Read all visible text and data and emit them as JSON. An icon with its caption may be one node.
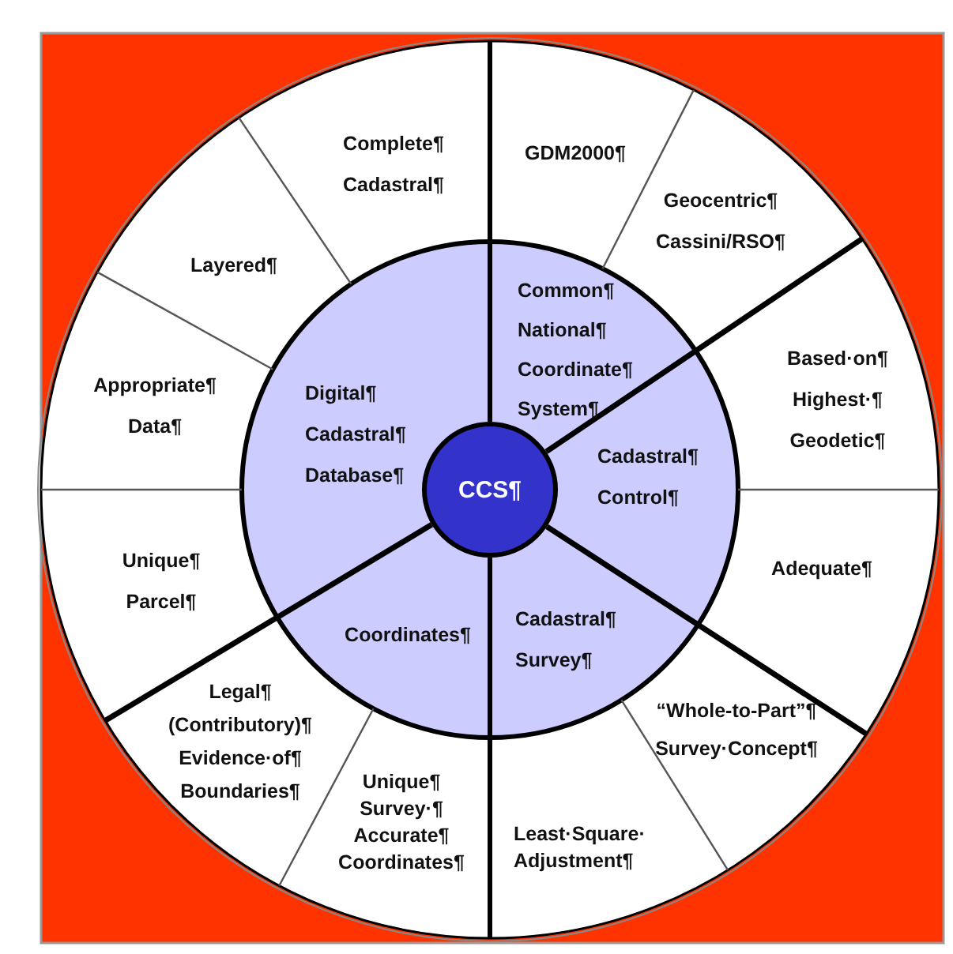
{
  "diagram": {
    "nodes": [
      {
        "text": [
          "CCS¶"
        ]
      },
      {
        "text": [
          "Digital¶ Cadastral¶ Database¶"
        ]
      },
      {
        "text": [
          "Common¶ National¶ Coordinate¶ System¶"
        ]
      },
      {
        "text": [
          "Cadastral¶ Control¶"
        ]
      },
      {
        "text": [
          "Cadastral¶ Survey¶"
        ]
      },
      {
        "text": [
          "Coordinates¶"
        ]
      },
      {
        "text": [
          "Complete¶ Cadastral¶"
        ]
      },
      {
        "text": [
          "Layered¶"
        ]
      },
      {
        "text": [
          "Appropriate¶ Data¶"
        ]
      },
      {
        "text": [
          "Unique¶ Parcel¶"
        ]
      },
      {
        "text": [
          "Legal¶ (Contributory)¶ Evidence·of¶ Boundaries¶"
        ]
      },
      {
        "text": [
          "Unique¶ Survey·¶ Accurate¶ Coordinates¶"
        ]
      },
      {
        "text": [
          "Least·Square· Adjustment¶"
        ]
      },
      {
        "text": [
          "“Whole-to-Part”¶ Survey·Concept¶"
        ]
      },
      {
        "text": [
          "Adequate¶"
        ]
      },
      {
        "text": [
          "Based·on¶ Highest·¶ Geodetic¶"
        ]
      },
      {
        "text": [
          "Geocentric¶ Cassini/RSO¶"
        ]
      },
      {
        "text": [
          "GDM2000¶"
        ]
      }
    ]
  }
}
